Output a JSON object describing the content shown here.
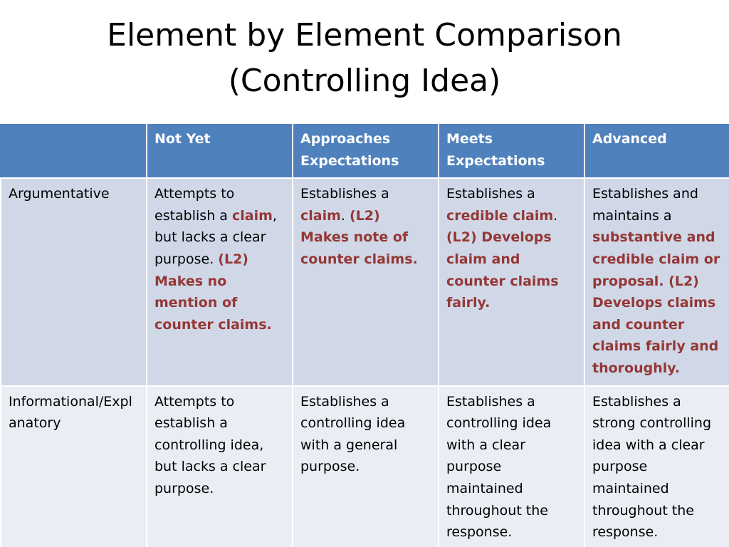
{
  "title": {
    "line1": "Element by Element Comparison",
    "line2": "(Controlling Idea)"
  },
  "colors": {
    "header_bg": "#4f81bd",
    "row_odd_bg": "#d0d8e8",
    "row_even_bg": "#e9edf4",
    "highlight_text": "#953735"
  },
  "table": {
    "headers": [
      "",
      "Not Yet",
      "Approaches Expectations",
      "Meets Expectations",
      "Advanced"
    ],
    "rows": [
      {
        "label": "Argumentative",
        "cells": [
          [
            {
              "t": "Attempts to establish a ",
              "hl": false
            },
            {
              "t": "claim",
              "hl": true
            },
            {
              "t": ", but lacks a clear purpose.  ",
              "hl": false
            },
            {
              "t": "(L2) Makes no mention of counter claims.",
              "hl": true
            }
          ],
          [
            {
              "t": "Establishes a ",
              "hl": false
            },
            {
              "t": "claim",
              "hl": true
            },
            {
              "t": ".  ",
              "hl": false
            },
            {
              "t": "(L2) Makes note of counter claims.",
              "hl": true
            }
          ],
          [
            {
              "t": "Establishes a ",
              "hl": false
            },
            {
              "t": "credible claim",
              "hl": true
            },
            {
              "t": ". ",
              "hl": false
            },
            {
              "t": "(L2) Develops claim and counter claims fairly.",
              "hl": true
            }
          ],
          [
            {
              "t": "Establishes and maintains a ",
              "hl": false
            },
            {
              "t": "substantive  and credible claim or proposal.  (L2) Develops claims and counter claims fairly and thoroughly.",
              "hl": true
            }
          ]
        ]
      },
      {
        "label": "Informational/Explanatory",
        "cells": [
          [
            {
              "t": "Attempts to establish a controlling idea, but lacks a clear purpose.",
              "hl": false
            }
          ],
          [
            {
              "t": "Establishes a controlling idea with a general purpose.",
              "hl": false
            }
          ],
          [
            {
              "t": "Establishes a controlling idea with a clear purpose maintained throughout the response.",
              "hl": false
            }
          ],
          [
            {
              "t": "Establishes a strong controlling idea with a clear purpose maintained throughout the response.",
              "hl": false
            }
          ]
        ]
      }
    ]
  }
}
